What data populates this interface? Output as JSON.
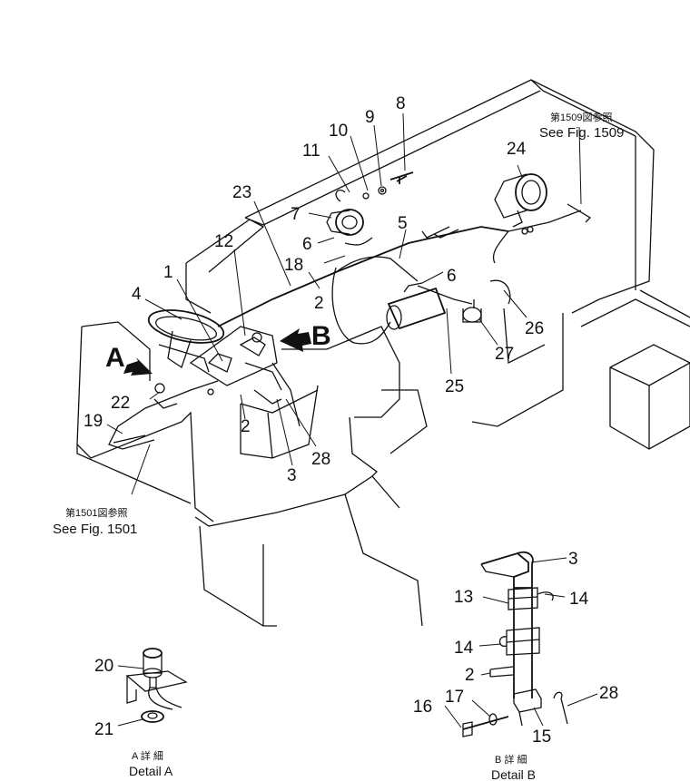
{
  "callouts": {
    "n1": "1",
    "n2a": "2",
    "n2b": "2",
    "n2c": "2",
    "n3a": "3",
    "n3b": "3",
    "n4": "4",
    "n5": "5",
    "n6a": "6",
    "n6b": "6",
    "n7": "7",
    "n8": "8",
    "n9": "9",
    "n10": "10",
    "n11": "11",
    "n12": "12",
    "n13": "13",
    "n14a": "14",
    "n14b": "14",
    "n15": "15",
    "n16": "16",
    "n17": "17",
    "n18": "18",
    "n19": "19",
    "n20": "20",
    "n21": "21",
    "n22": "22",
    "n23": "23",
    "n24": "24",
    "n25": "25",
    "n26": "26",
    "n27": "27",
    "n28a": "28",
    "n28b": "28"
  },
  "views": {
    "a": "A",
    "b": "B"
  },
  "references": {
    "fig1509_jp": "第1509図参照",
    "fig1509_en": "See Fig. 1509",
    "fig1501_jp": "第1501図参照",
    "fig1501_en": "See Fig. 1501"
  },
  "details": {
    "a_jp": "A 詳 細",
    "a_en": "Detail A",
    "b_jp": "B 詳 細",
    "b_en": "Detail B"
  }
}
